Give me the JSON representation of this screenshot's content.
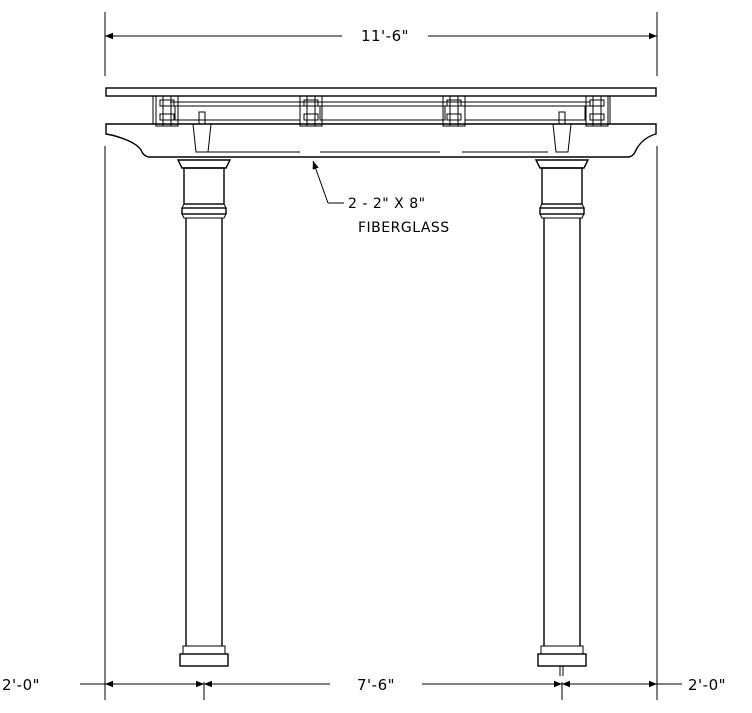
{
  "drawing": {
    "title": "",
    "dimensions": {
      "overall_width": "11'-6\"",
      "left_overhang": "2'-0\"",
      "post_spacing": "7'-6\"",
      "right_overhang": "2'-0\""
    },
    "callout": {
      "line1": "2 - 2\" X 8\"",
      "line2": "FIBERGLASS"
    },
    "colors": {
      "ink": "#000000",
      "paper": "#ffffff"
    }
  }
}
